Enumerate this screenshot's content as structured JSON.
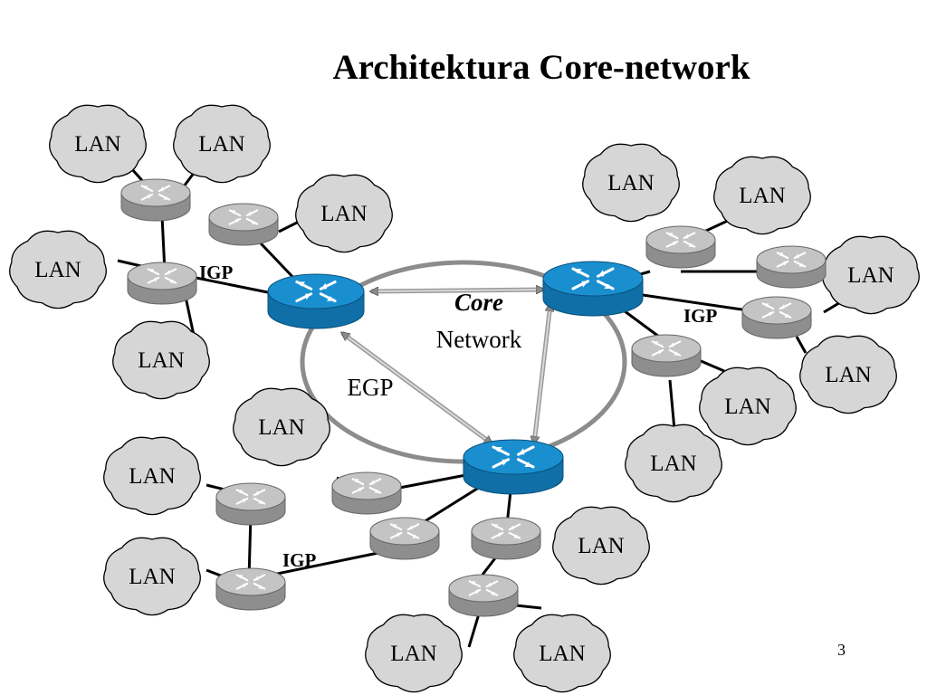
{
  "title": "Architektura Core-network",
  "core_label": {
    "italic": "Core",
    "normal": "Network"
  },
  "egp_label": "EGP",
  "igp_labels": [
    "IGP",
    "IGP",
    "IGP"
  ],
  "lan_label": "LAN",
  "page_number": "3",
  "colors": {
    "cloud_fill": "#d6d6d6",
    "router_grey": "#a9a9a9",
    "router_blue": "#1a8fd0",
    "core_ring": "#8c8c8c"
  },
  "icons": {
    "core_router": "router-blue-icon",
    "edge_router": "router-grey-icon",
    "lan": "cloud-icon"
  }
}
